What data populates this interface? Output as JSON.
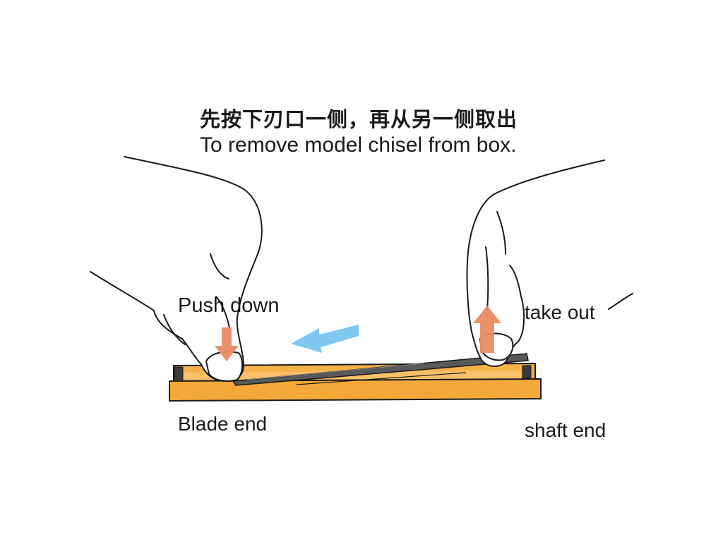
{
  "title": {
    "chinese": "先按下刃口一侧，再从另一侧取出",
    "english": "To remove model chisel from box."
  },
  "labels": {
    "push_down": "Push down",
    "take_out": "take out",
    "blade_end": "Blade end",
    "shaft_end": "shaft end"
  },
  "colors": {
    "box_fill": "#f3a93a",
    "box_outline": "#1a1a1a",
    "push_arrow": "#e98b63",
    "take_arrow": "#e98b63",
    "slide_arrow": "#7ec8f2",
    "chisel": "#555555",
    "line": "#1a1a1a"
  },
  "icons": {
    "push": "arrow-down-icon",
    "take": "arrow-up-icon",
    "slide": "arrow-left-icon"
  }
}
